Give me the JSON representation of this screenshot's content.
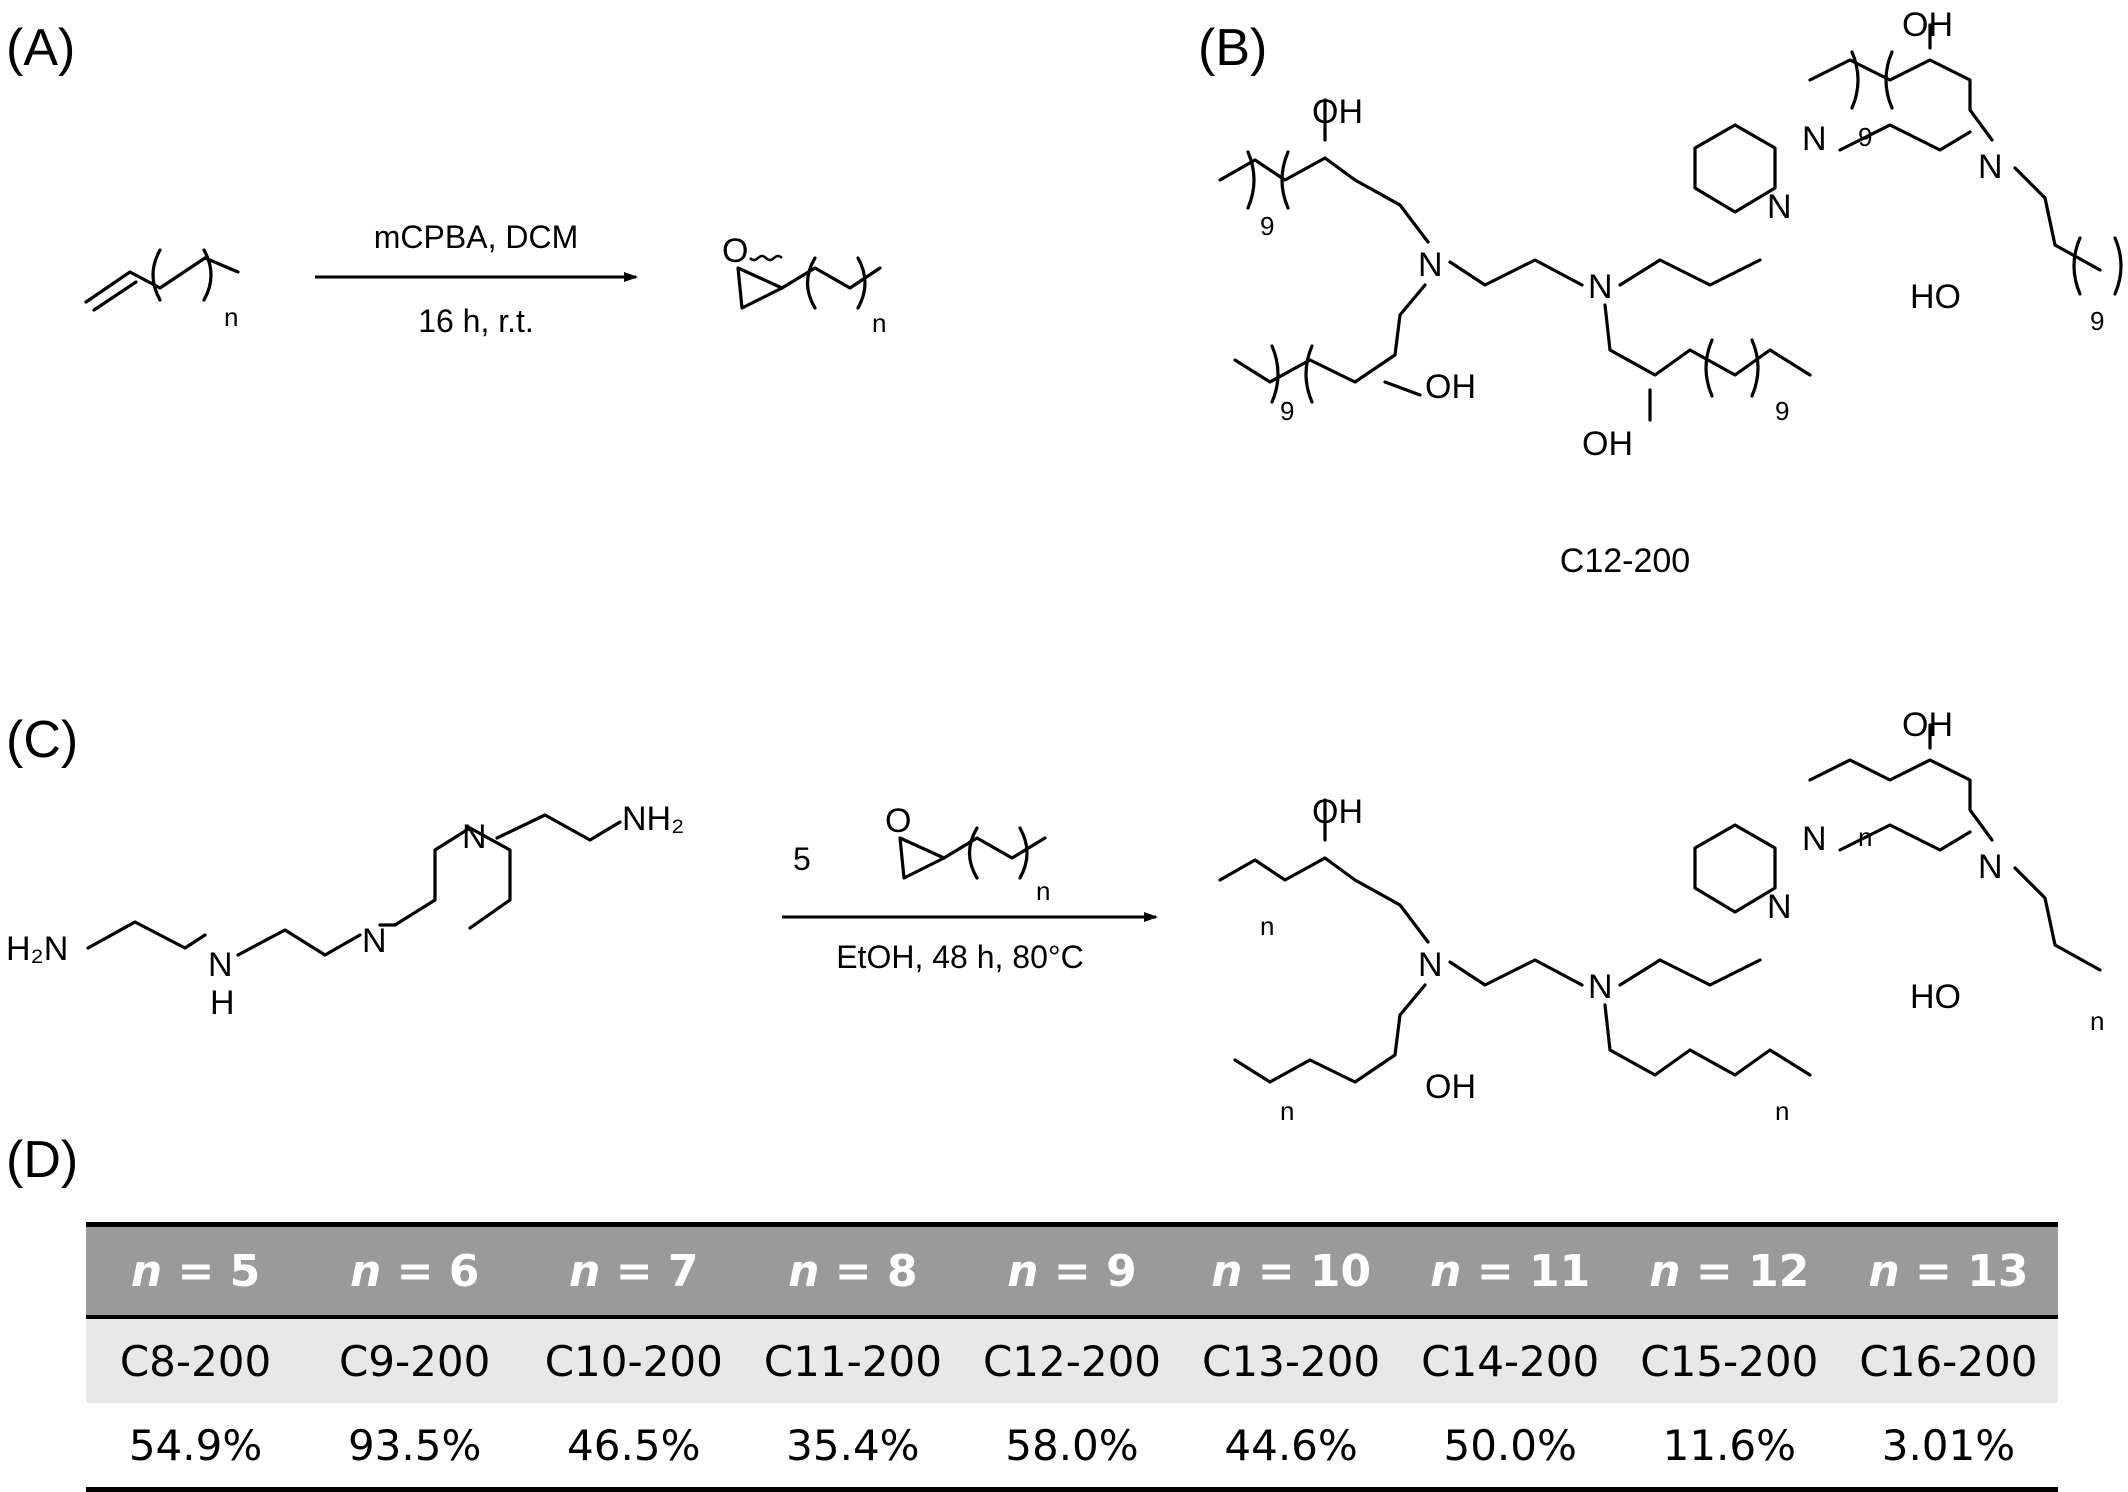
{
  "panels": {
    "a": "(A)",
    "b": "(B)",
    "c": "(C)",
    "d": "(D)"
  },
  "scheme_a": {
    "reagent_top": "mCPBA, DCM",
    "reagent_bottom": "16 h, r.t.",
    "subscript": "n",
    "epoxide_o": "O"
  },
  "structure_b": {
    "caption": "C12-200",
    "subscript": "9",
    "oh": "OH",
    "ho": "HO",
    "n": "N"
  },
  "scheme_c": {
    "equiv": "5",
    "reagent_bottom": "EtOH, 48 h, 80°C",
    "subscript": "n",
    "h2n": "H₂N",
    "nh2": "NH₂",
    "nh_n": "N",
    "nh_h": "H",
    "n": "N",
    "oh": "OH",
    "ho": "HO",
    "epoxide_o": "O"
  },
  "table": {
    "headers": [
      {
        "var": "n",
        "eq": " = 5"
      },
      {
        "var": "n",
        "eq": " = 6"
      },
      {
        "var": "n",
        "eq": " = 7"
      },
      {
        "var": "n",
        "eq": " = 8"
      },
      {
        "var": "n",
        "eq": " = 9"
      },
      {
        "var": "n",
        "eq": " = 10"
      },
      {
        "var": "n",
        "eq": " = 11"
      },
      {
        "var": "n",
        "eq": " = 12"
      },
      {
        "var": "n",
        "eq": " = 13"
      }
    ],
    "names": [
      "C8-200",
      "C9-200",
      "C10-200",
      "C11-200",
      "C12-200",
      "C13-200",
      "C14-200",
      "C15-200",
      "C16-200"
    ],
    "yields": [
      "54.9%",
      "93.5%",
      "46.5%",
      "35.4%",
      "58.0%",
      "44.6%",
      "50.0%",
      "11.6%",
      "3.01%"
    ],
    "header_bg": "#9a9a9a",
    "name_row_bg": "#e8e8e8"
  }
}
